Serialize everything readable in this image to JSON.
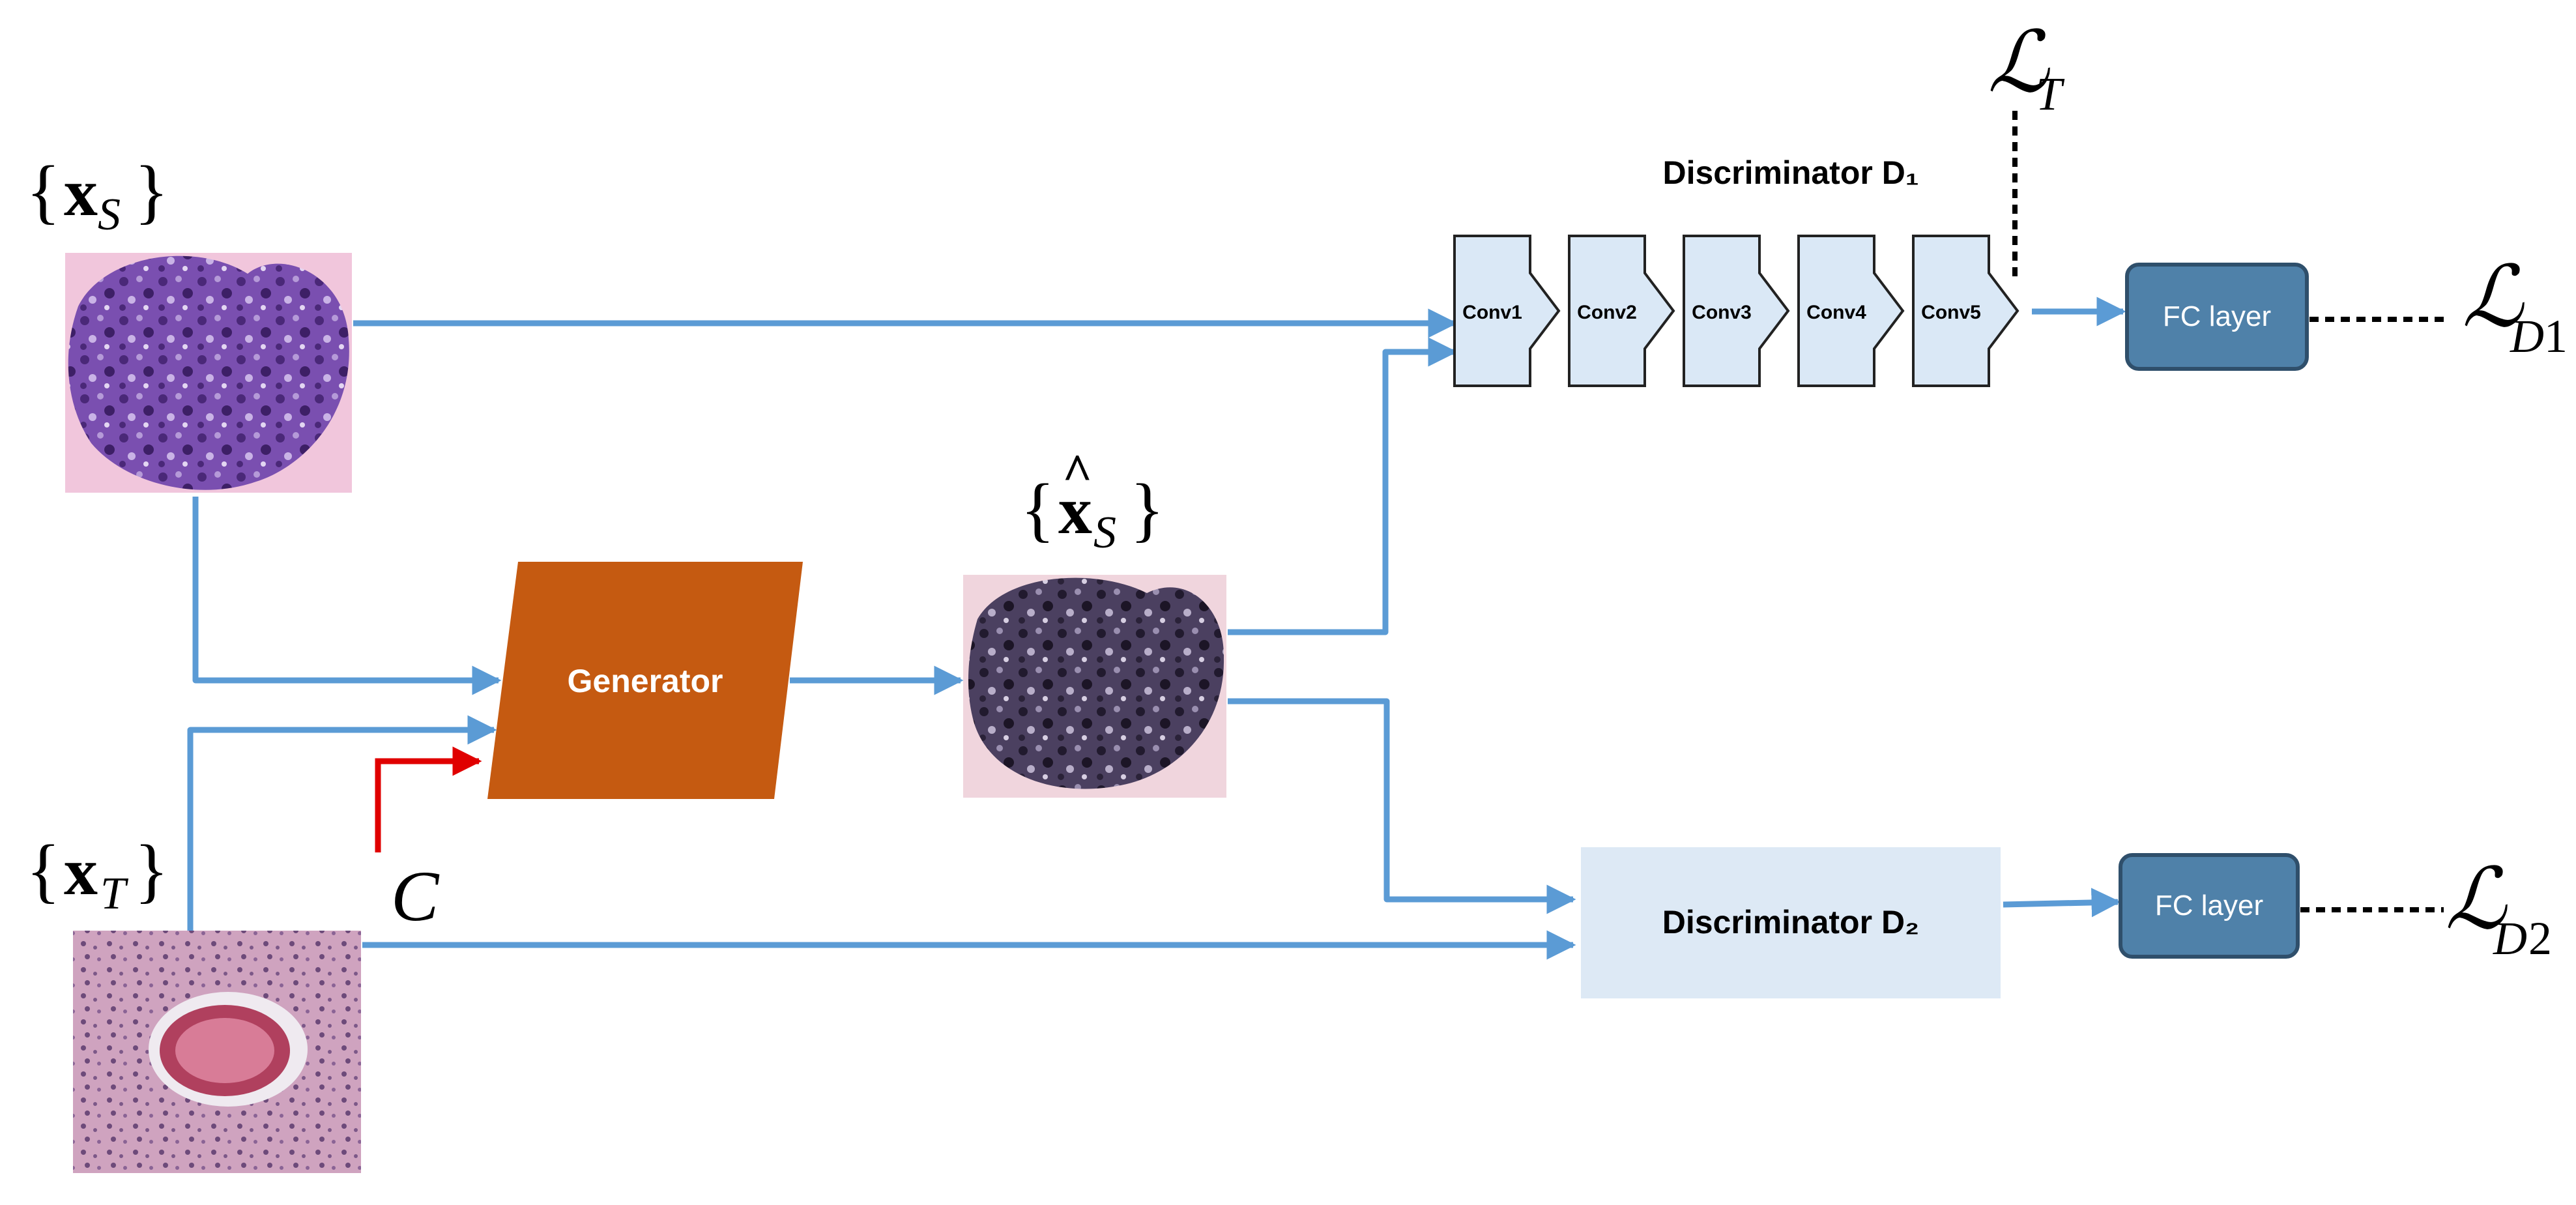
{
  "inputs": {
    "source_label": "{x_S}",
    "generated_label": "{x̂_S}",
    "target_label": "{x_T}"
  },
  "generator": {
    "label": "Generator",
    "color": "#c55a11"
  },
  "condition_label": "C",
  "discriminator1": {
    "title": "Discriminator D₁",
    "layers": [
      "Conv1",
      "Conv2",
      "Conv3",
      "Conv4",
      "Conv5"
    ],
    "fc_label": "FC layer"
  },
  "discriminator2": {
    "title": "Discriminator D₂",
    "fc_label": "FC layer"
  },
  "losses": {
    "task_loss": "ℒ_T",
    "d1_loss": "ℒ_D1",
    "d2_loss": "ℒ_D2"
  },
  "colors": {
    "arrow": "#5b9bd5",
    "conv_fill": "#dae8f6",
    "fc_fill": "#4f81a9",
    "d2_fill": "#dde9f5",
    "condition_arrow": "#e00000",
    "purple_tissue": "#6b3fa0",
    "dark_tissue": "#3d3150",
    "pink_tissue": "#c99bb7"
  }
}
